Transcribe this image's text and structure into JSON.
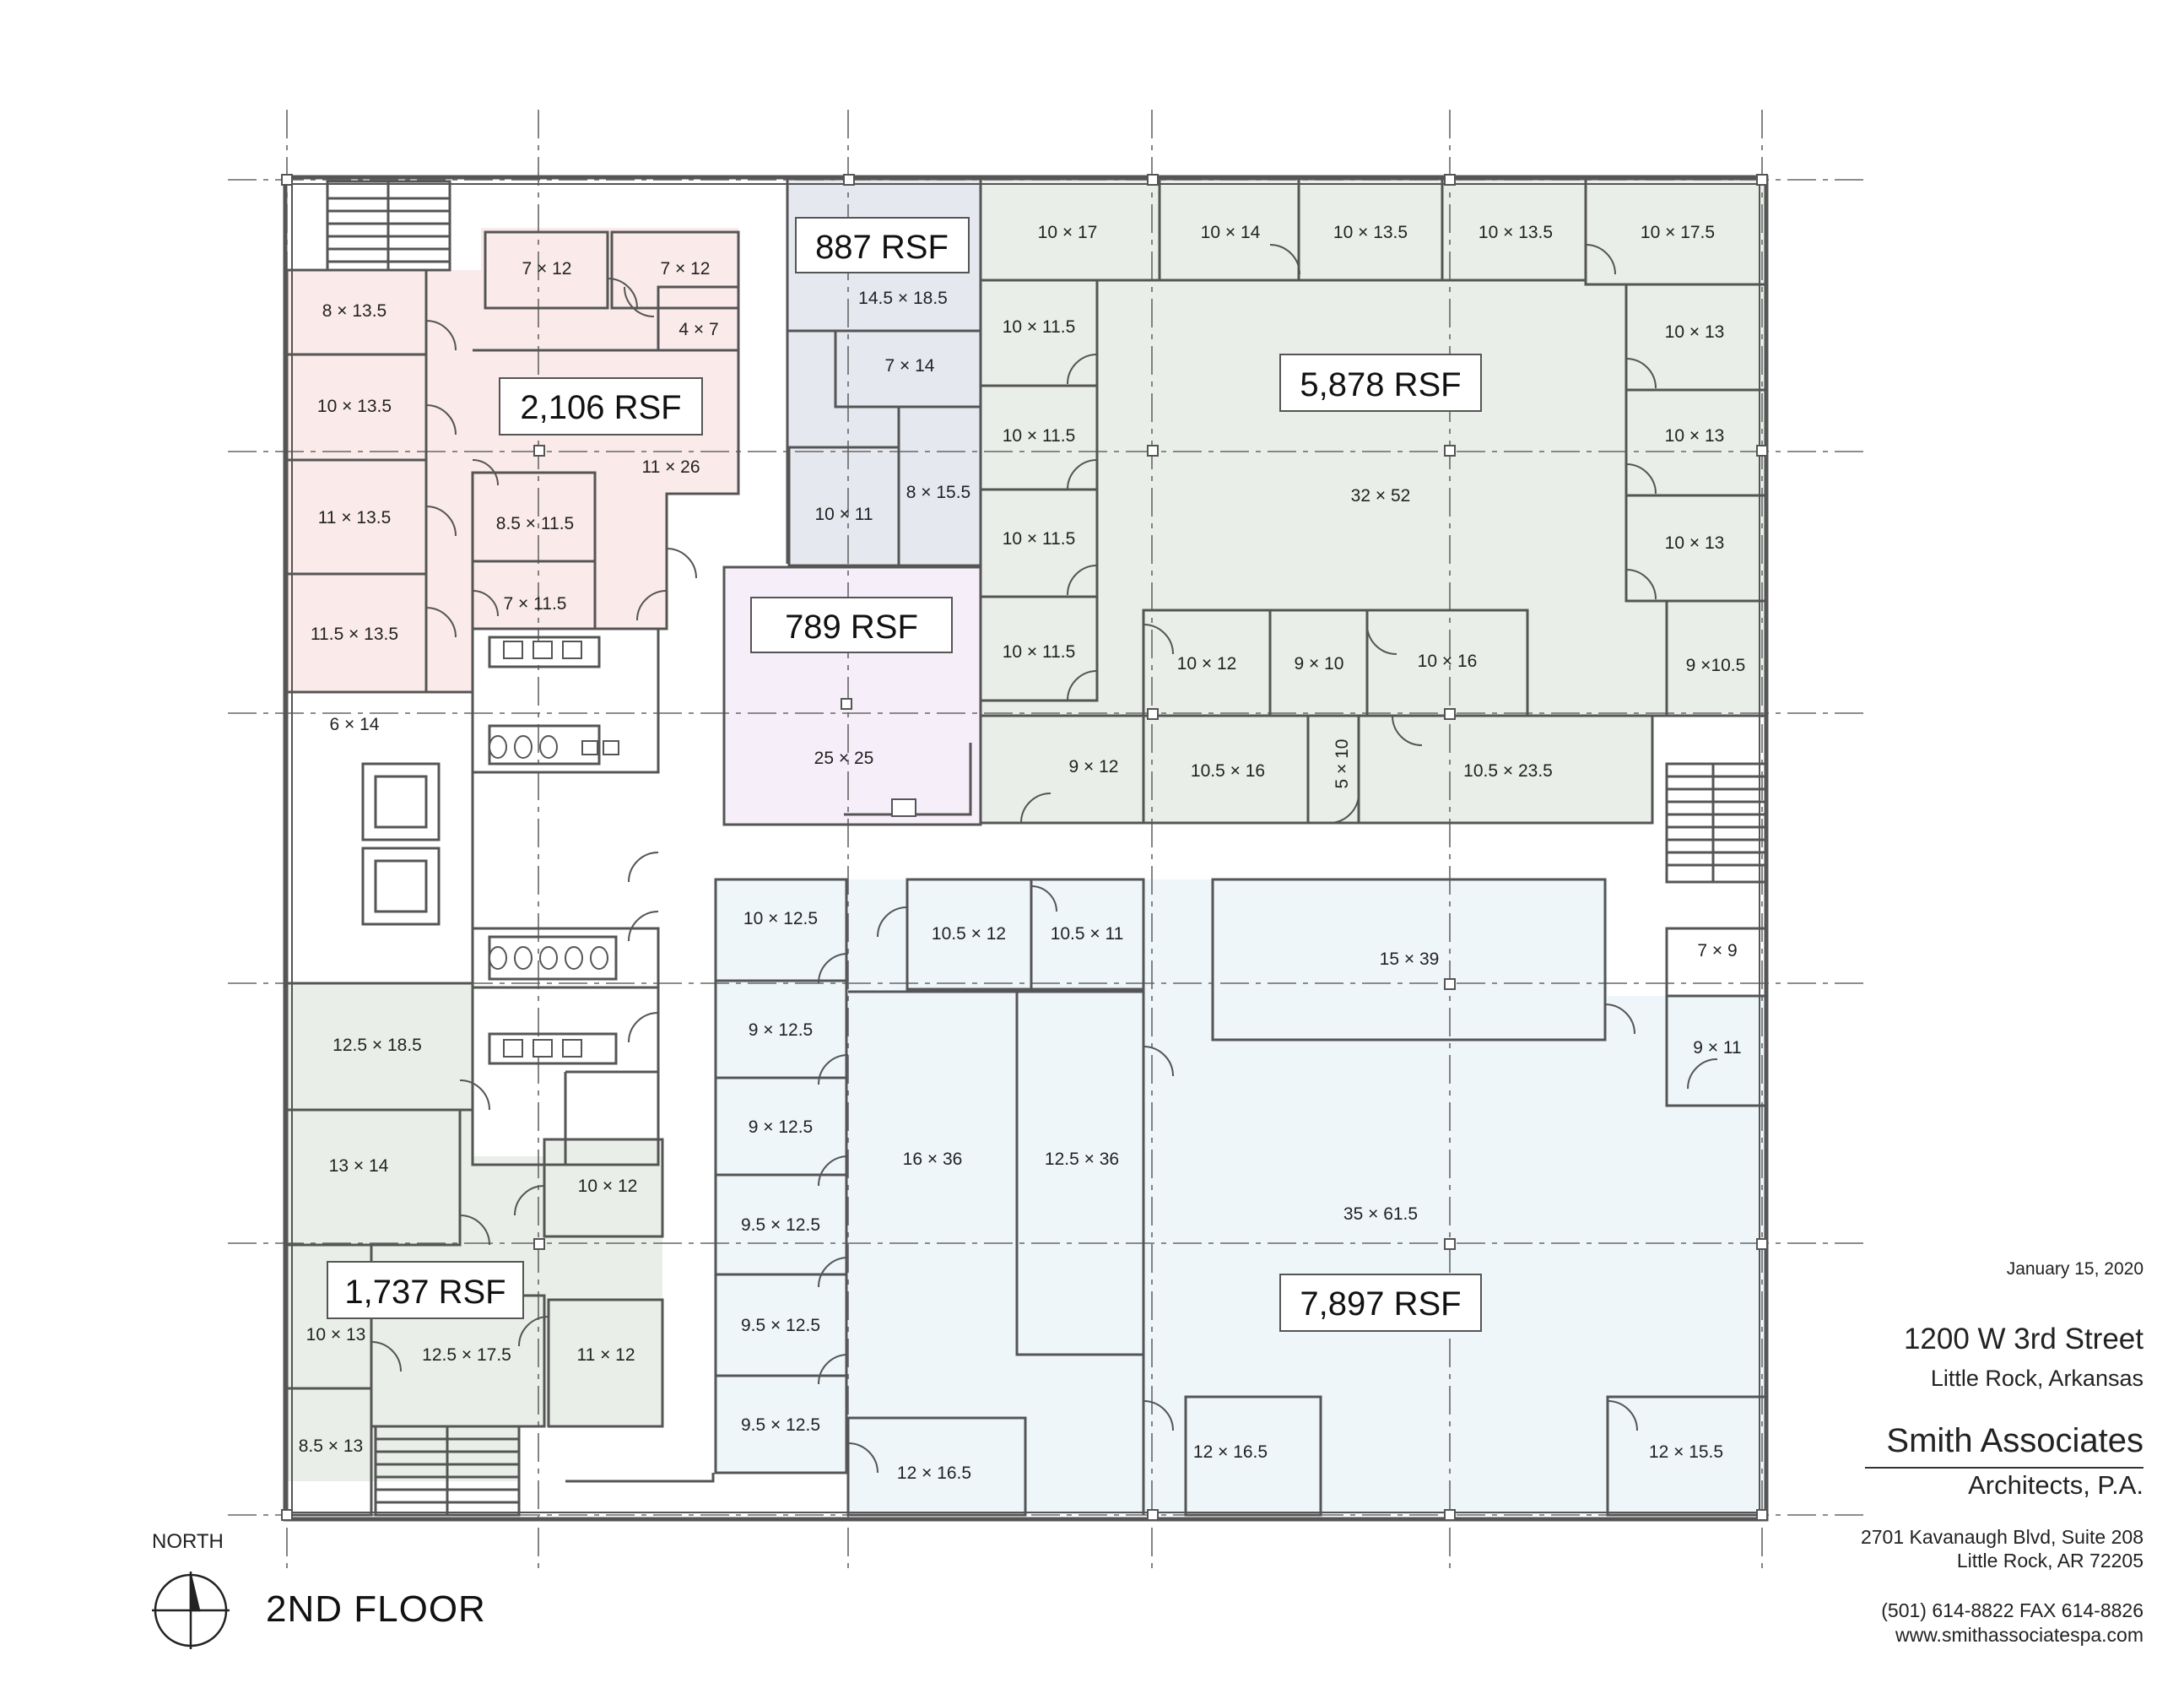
{
  "drawing": {
    "floor_title": "2ND FLOOR",
    "north_label": "NORTH"
  },
  "title_block": {
    "date": "January 15, 2020",
    "street": "1200 W 3rd Street",
    "city": "Little Rock, Arkansas",
    "firm_name": "Smith Associates",
    "firm_sub": "Architects, P.A.",
    "address_line1": "2701 Kavanaugh Blvd, Suite 208",
    "address_line2": "Little Rock, AR  72205",
    "phone": "(501) 614-8822  FAX 614-8826",
    "website": "www.smithassociatespa.com"
  },
  "colors": {
    "wall": "#555555",
    "grid": "#666666",
    "suite_red": "#fbeaea",
    "suite_purple": "#e6e8f0",
    "suite_lavender": "#f6eef8",
    "suite_green": "#e9efe8",
    "suite_blue": "#eef6fa"
  },
  "suites": {
    "red": {
      "area": "2,106 RSF",
      "rooms": [
        "7 × 12",
        "7 × 12",
        "4 × 7",
        "8 × 13.5",
        "10 × 13.5",
        "11 × 13.5",
        "11.5 × 13.5",
        "11 × 26",
        "8.5 × 11.5",
        "7 × 11.5"
      ]
    },
    "purple": {
      "area": "887 RSF",
      "rooms": [
        "14.5 × 18.5",
        "7 × 14",
        "10 × 11",
        "8 × 15.5"
      ]
    },
    "lavender": {
      "area": "789 RSF",
      "rooms": [
        "25 × 25"
      ]
    },
    "green_ne": {
      "area": "5,878 RSF",
      "rooms": [
        "10 × 17",
        "10 × 14",
        "10 × 13.5",
        "10 × 13.5",
        "10 × 17.5",
        "10 × 11.5",
        "10 × 11.5",
        "10 × 11.5",
        "10 × 11.5",
        "10 × 13",
        "10 × 13",
        "10 × 13",
        "32 × 52",
        "10 × 12",
        "9 × 10",
        "10 × 16",
        "9 ×10.5",
        "9 × 12",
        "10.5 × 16",
        "5 × 10",
        "10.5 × 23.5"
      ]
    },
    "green_sw": {
      "area": "1,737 RSF",
      "rooms": [
        "12.5 × 18.5",
        "13 × 14",
        "10 × 12",
        "10 × 13",
        "12.5 × 17.5",
        "11 × 12",
        "8.5 × 13"
      ]
    },
    "blue": {
      "area": "7,897 RSF",
      "rooms": [
        "10 × 12.5",
        "10.5 × 12",
        "10.5 × 11",
        "15 × 39",
        "9 × 12.5",
        "9 × 12.5",
        "9.5 × 12.5",
        "9.5 × 12.5",
        "9.5 × 12.5",
        "16 × 36",
        "12.5 × 36",
        "35 × 61.5",
        "12 × 16.5",
        "12 × 16.5",
        "12 × 15.5"
      ]
    }
  },
  "common_rooms": [
    "6 × 14",
    "7 × 9",
    "9 × 11"
  ]
}
